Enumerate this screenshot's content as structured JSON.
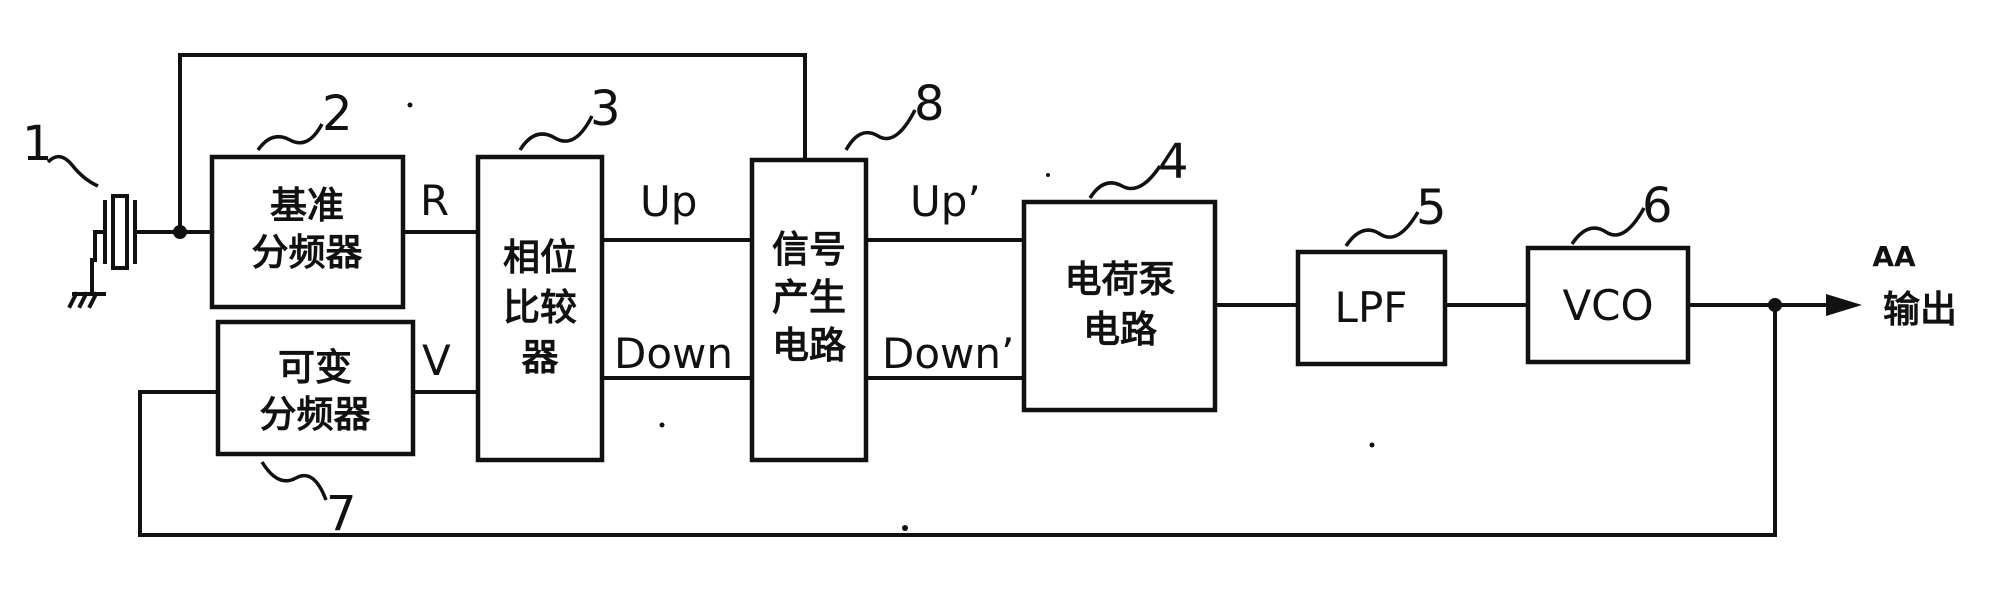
{
  "blocks": {
    "reference_divider": {
      "number": "2",
      "line1": "基准",
      "line2": "分频器"
    },
    "phase_comparator": {
      "number": "3",
      "line1": "相位",
      "line2": "比较",
      "line3": "器"
    },
    "signal_generator": {
      "number": "8",
      "line1": "信号",
      "line2": "产生",
      "line3": "电路"
    },
    "charge_pump": {
      "number": "4",
      "line1": "电荷泵",
      "line2": "电路"
    },
    "lpf": {
      "number": "5",
      "label": "LPF"
    },
    "vco": {
      "number": "6",
      "label": "VCO"
    },
    "variable_divider": {
      "number": "7",
      "line1": "可变",
      "line2": "分频器"
    }
  },
  "crystal": {
    "number": "1"
  },
  "signals": {
    "r": "R",
    "v": "V",
    "up": "Up",
    "down": "Down",
    "up_prime": "Up’",
    "down_prime": "Down’"
  },
  "output": {
    "code": "AA",
    "label": "输出"
  }
}
